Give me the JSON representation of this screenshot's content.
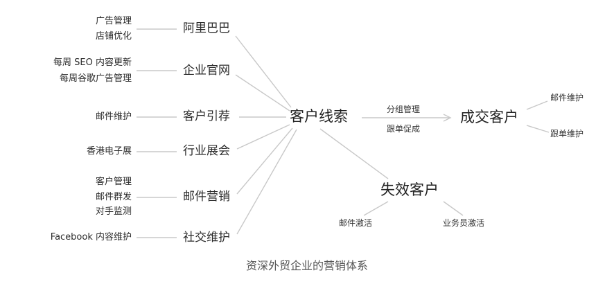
{
  "sources": [
    {
      "name": "阿里巴巴",
      "items": [
        "广告管理",
        "店铺优化"
      ]
    },
    {
      "name": "企业官网",
      "items": [
        "每周 SEO 内容更新",
        "每周谷歌广告管理"
      ]
    },
    {
      "name": "客户引荐",
      "items": [
        "邮件维护"
      ]
    },
    {
      "name": "行业展会",
      "items": [
        "香港电子展"
      ]
    },
    {
      "name": "邮件营销",
      "items": [
        "客户管理",
        "邮件群发",
        "对手监测"
      ]
    },
    {
      "name": "社交维护",
      "items": [
        "Facebook 内容维护"
      ]
    }
  ],
  "hub": "客户线索",
  "converted": {
    "name": "成交客户",
    "edge_labels": [
      "分组管理",
      "跟单促成"
    ],
    "items": [
      "邮件维护",
      "跟单维护"
    ]
  },
  "lost": {
    "name": "失效客户",
    "items": [
      "邮件激活",
      "业务员激活"
    ]
  },
  "caption": "资深外贸企业的营销体系"
}
